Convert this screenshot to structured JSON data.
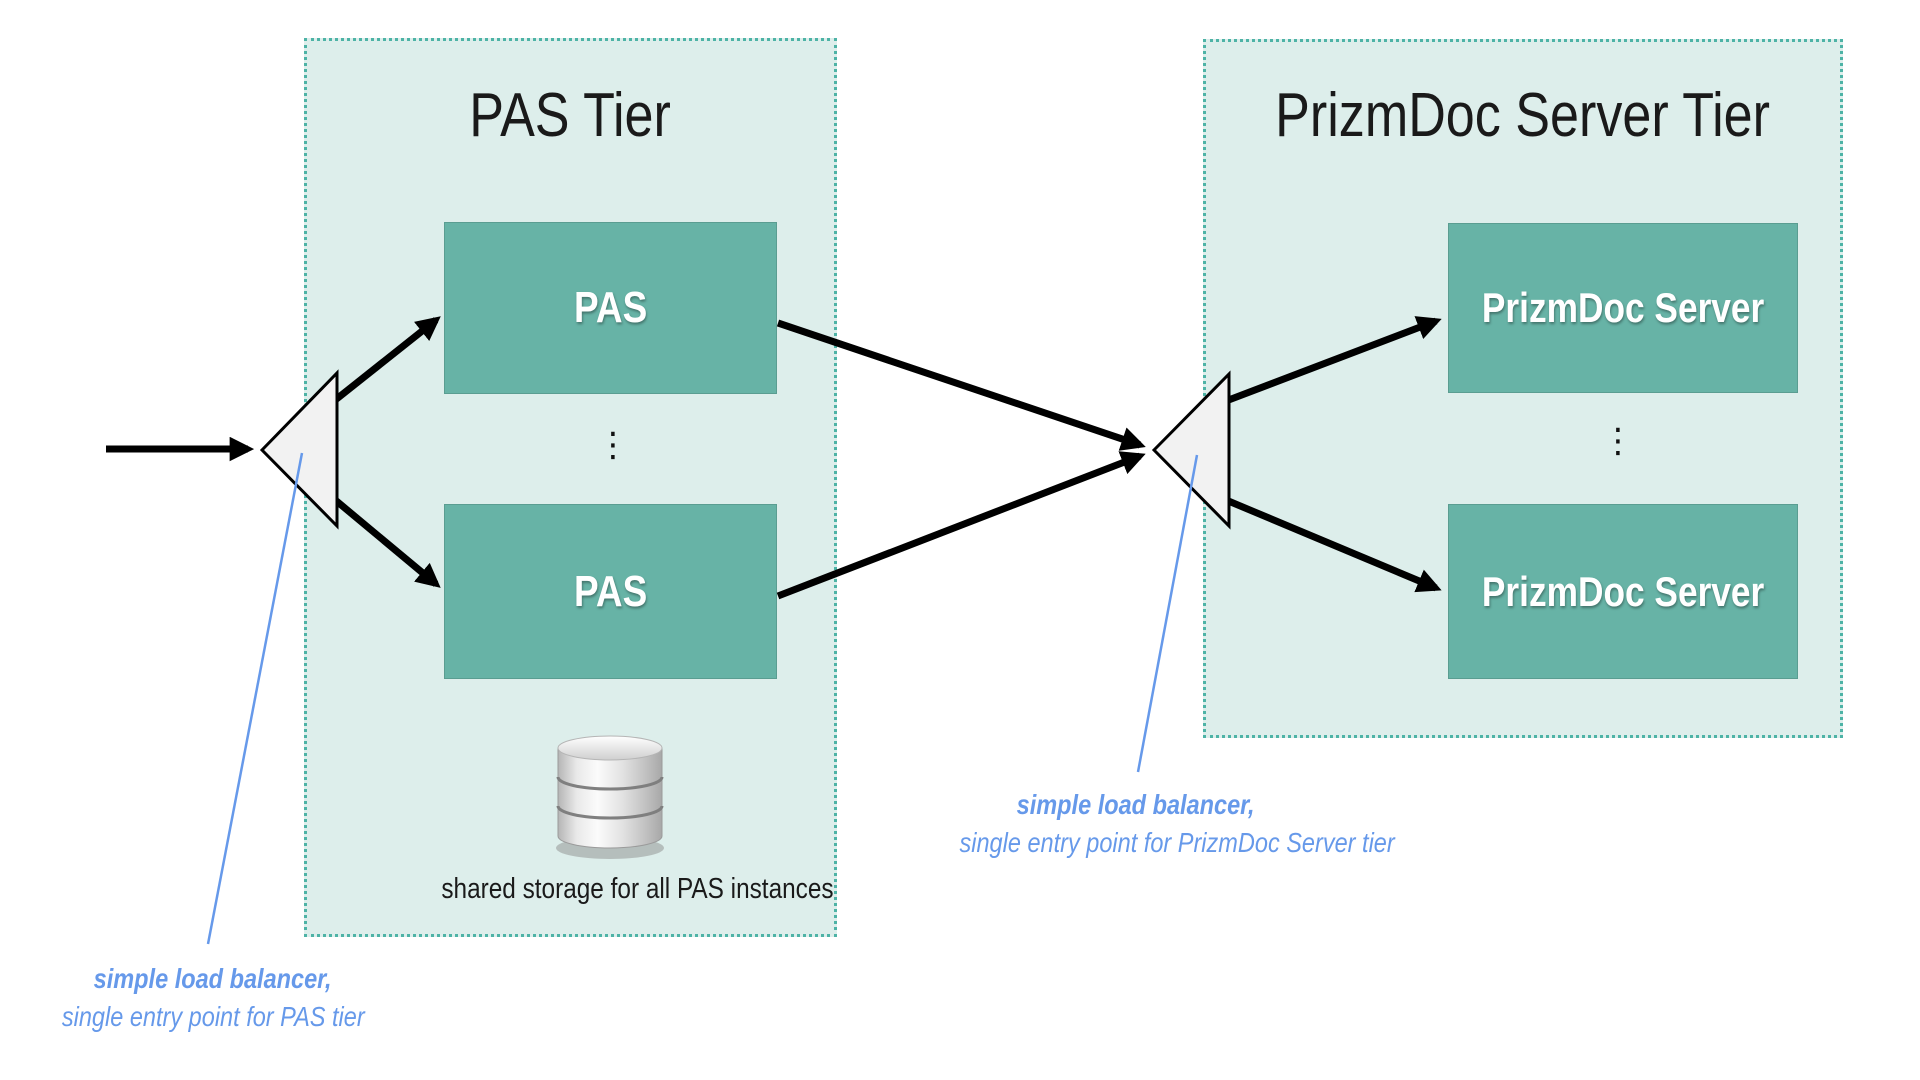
{
  "colors": {
    "page_bg": "#ffffff",
    "tier_bg": "#ddeeeb",
    "tier_border": "#4db3a6",
    "node_fill": "#67b3a6",
    "node_text": "#ffffff",
    "title_text": "#1a1a1a",
    "arrow": "#000000",
    "lb_fill": "#f2f2f2",
    "lb_stroke": "#000000",
    "annotation_blue": "#6699ea",
    "caption_text": "#1a1a1a"
  },
  "pas_tier": {
    "title": "PAS Tier",
    "nodes": [
      "PAS",
      "PAS"
    ],
    "ellipsis": "⋮",
    "storage_caption": "shared storage for all PAS instances"
  },
  "prizmdoc_tier": {
    "title": "PrizmDoc Server Tier",
    "nodes": [
      "PrizmDoc Server",
      "PrizmDoc Server"
    ],
    "ellipsis": "⋮"
  },
  "annotations": {
    "pas_lb": {
      "bold": "simple load balancer,",
      "rest": "single entry point for PAS tier"
    },
    "prizmdoc_lb": {
      "bold": "simple load balancer,",
      "rest": "single entry point for PrizmDoc Server tier"
    }
  }
}
